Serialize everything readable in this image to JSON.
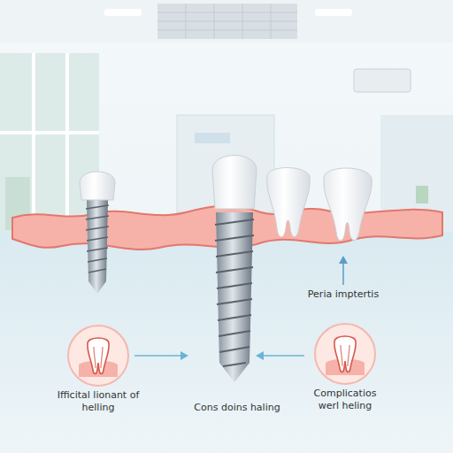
{
  "diagram": {
    "nodes": [
      {
        "text": [
          "Ifficital lionant of helling"
        ]
      },
      {
        "text": [
          "Complicatios werl heling"
        ]
      }
    ],
    "labels": [
      "Peria imptertis",
      "Cons doins haling"
    ]
  }
}
